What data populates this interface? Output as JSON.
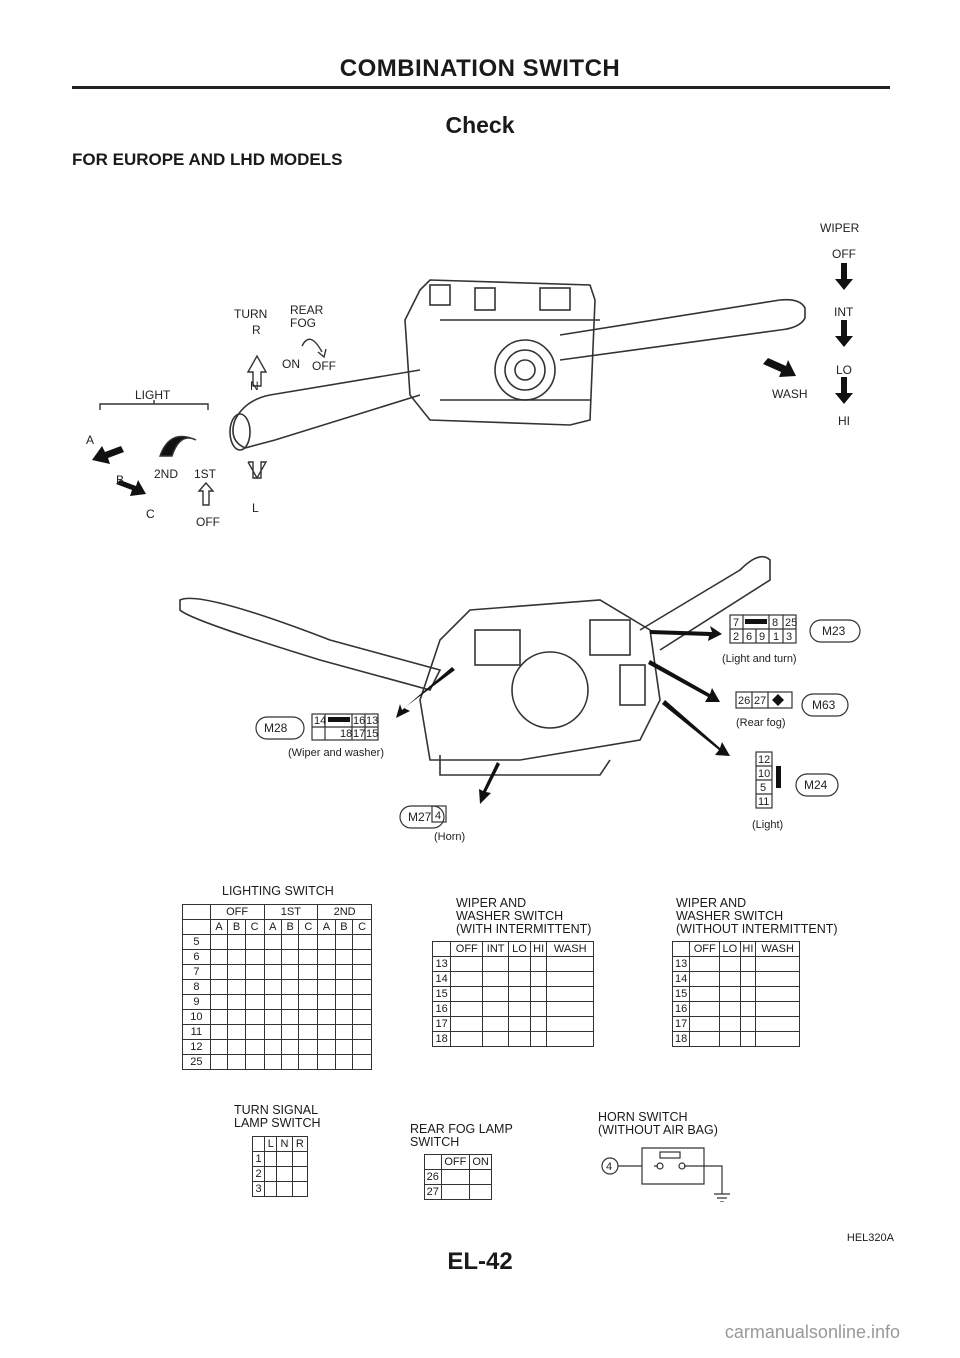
{
  "header": {
    "title": "COMBINATION SWITCH"
  },
  "section": {
    "title": "Check",
    "subtitle": "FOR EUROPE AND LHD MODELS"
  },
  "upper_labels": {
    "wiper": "WIPER",
    "off": "OFF",
    "int": "INT",
    "lo": "LO",
    "hi": "HI",
    "wash": "WASH",
    "turn": "TURN",
    "r": "R",
    "n": "N",
    "l": "L",
    "rear_fog": "REAR\nFOG",
    "on": "ON",
    "fog_off": "OFF",
    "light": "LIGHT",
    "a": "A",
    "b": "B",
    "c": "C",
    "second": "2ND",
    "first": "1ST",
    "light_off": "OFF"
  },
  "connectors": {
    "m23": {
      "id": "M23",
      "caption": "(Light and turn)",
      "row1": [
        "7",
        "",
        "8",
        "25"
      ],
      "row2": [
        "2",
        "6",
        "9",
        "1",
        "3"
      ]
    },
    "m63": {
      "id": "M63",
      "caption": "(Rear fog)",
      "pins": [
        "26",
        "27"
      ]
    },
    "m28": {
      "id": "M28",
      "caption": "(Wiper and washer)",
      "row1": [
        "14",
        "",
        "16",
        "13"
      ],
      "row2": [
        "",
        "",
        "18",
        "17",
        "15"
      ]
    },
    "m27": {
      "id": "M27",
      "caption": "(Horn)",
      "pin": "4"
    },
    "m24": {
      "id": "M24",
      "caption": "(Light)",
      "pins": [
        "12",
        "10",
        "5",
        "11"
      ]
    }
  },
  "tables": {
    "lighting": {
      "caption": "LIGHTING SWITCH",
      "groups": [
        "OFF",
        "1ST",
        "2ND"
      ],
      "cols": [
        "A",
        "B",
        "C",
        "A",
        "B",
        "C",
        "A",
        "B",
        "C"
      ],
      "rows": [
        "5",
        "6",
        "7",
        "8",
        "9",
        "10",
        "11",
        "12",
        "25"
      ]
    },
    "wiper_int": {
      "caption": "WIPER AND\nWASHER SWITCH\n(With intermittent)",
      "cols": [
        "OFF",
        "INT",
        "LO",
        "HI",
        "WASH"
      ],
      "rows": [
        "13",
        "14",
        "15",
        "16",
        "17",
        "18"
      ]
    },
    "wiper_noint": {
      "caption": "WIPER AND\nWASHER SWITCH\n(Without intermittent)",
      "cols": [
        "OFF",
        "LO",
        "HI",
        "WASH"
      ],
      "rows": [
        "13",
        "14",
        "15",
        "16",
        "17",
        "18"
      ]
    },
    "turn": {
      "caption": "TURN SIGNAL\nLAMP SWITCH",
      "cols": [
        "L",
        "N",
        "R"
      ],
      "rows": [
        "1",
        "2",
        "3"
      ]
    },
    "rear_fog": {
      "caption": "REAR FOG LAMP\nSWITCH",
      "cols": [
        "OFF",
        "ON"
      ],
      "rows": [
        "26",
        "27"
      ]
    },
    "horn": {
      "caption": "HORN SWITCH\n(Without air bag)",
      "pin": "4"
    }
  },
  "figure_code": "HEL320A",
  "page_number": "EL-42",
  "watermark": "carmanualsonline.info"
}
